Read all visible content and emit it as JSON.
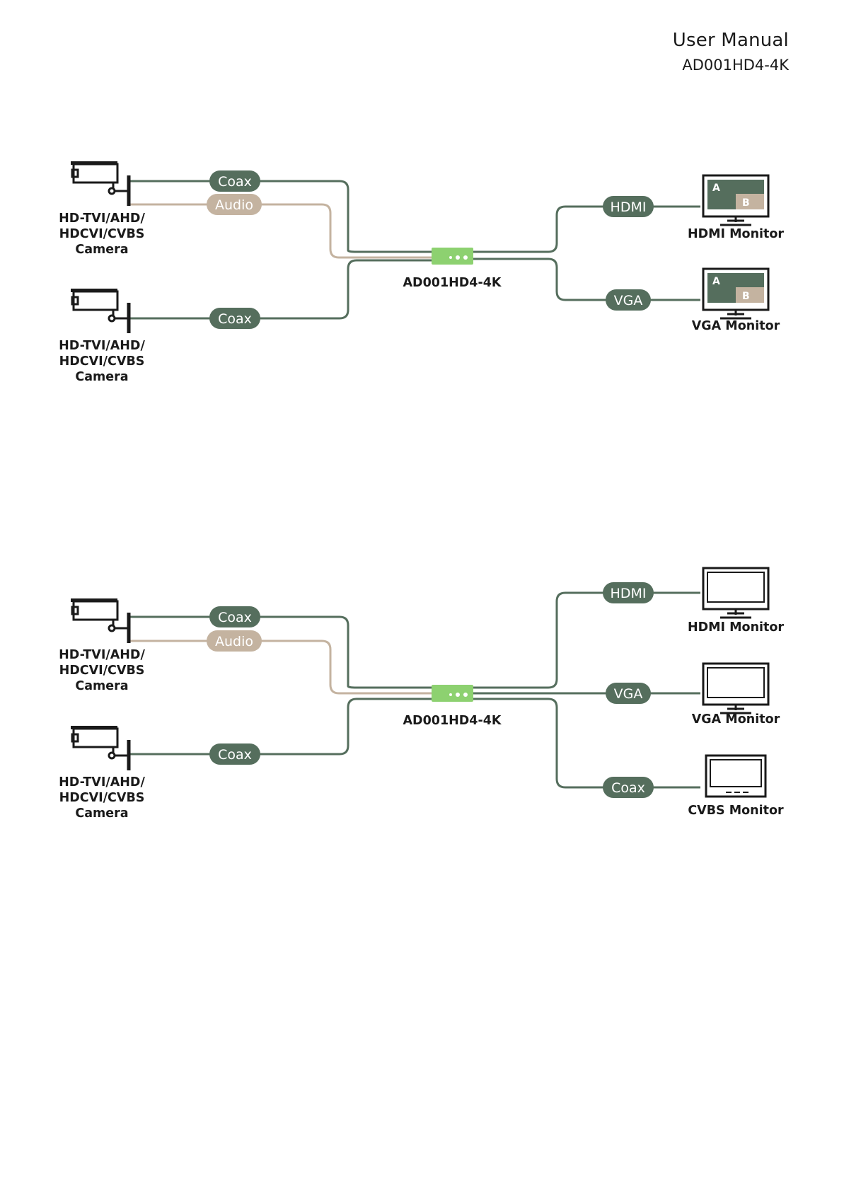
{
  "header": {
    "title": "User Manual",
    "model": "AD001HD4-4K"
  },
  "colors": {
    "cable": "#556e5d",
    "audio": "#c4b3a0",
    "device": "#8dd170",
    "line": "#1a1a1a"
  },
  "diagram1": {
    "camera1_label": [
      "HD-TVI/AHD/",
      "HDCVI/CVBS",
      "Camera"
    ],
    "camera2_label": [
      "HD-TVI/AHD/",
      "HDCVI/CVBS",
      "Camera"
    ],
    "cable_coax_1": "Coax",
    "cable_audio": "Audio",
    "cable_coax_2": "Coax",
    "device_label": "AD001HD4-4K",
    "cable_hdmi": "HDMI",
    "cable_vga": "VGA",
    "hdmi_monitor_label": "HDMI Monitor",
    "vga_monitor_label": "VGA Monitor",
    "screen_a": "A",
    "screen_b": "B"
  },
  "diagram2": {
    "camera1_label": [
      "HD-TVI/AHD/",
      "HDCVI/CVBS",
      "Camera"
    ],
    "camera2_label": [
      "HD-TVI/AHD/",
      "HDCVI/CVBS",
      "Camera"
    ],
    "cable_coax_1": "Coax",
    "cable_audio": "Audio",
    "cable_coax_2": "Coax",
    "device_label": "AD001HD4-4K",
    "cable_hdmi": "HDMI",
    "cable_vga": "VGA",
    "cable_coax_out": "Coax",
    "hdmi_monitor_label": "HDMI Monitor",
    "vga_monitor_label": "VGA Monitor",
    "cvbs_monitor_label": "CVBS Monitor"
  }
}
